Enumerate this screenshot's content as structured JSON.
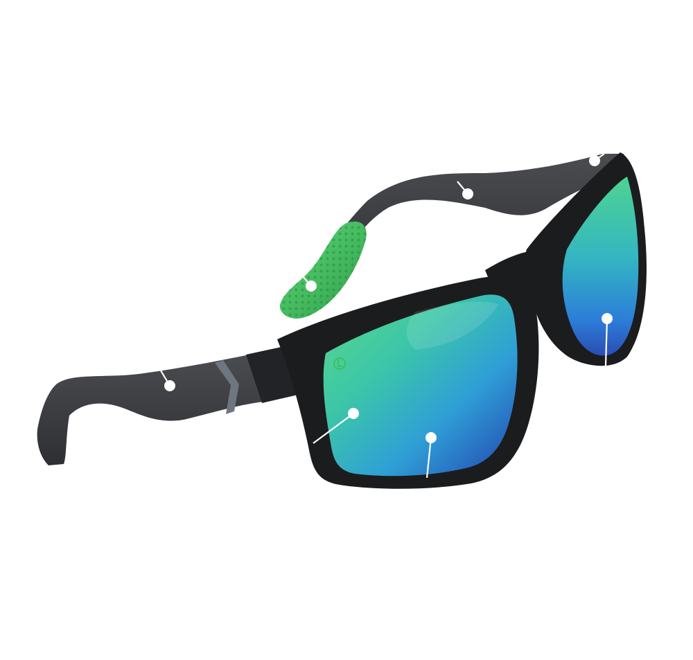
{
  "product": {
    "frame_color": "#1b1c1e",
    "temple_color": "#3d3f43",
    "grip_color": "#3fbf5a",
    "lens_colors": [
      "#4fd38a",
      "#2fb0c8",
      "#2a7ad8",
      "#1f3fa8"
    ],
    "logo_color": "#3fbf5a"
  },
  "hotspots": [
    {
      "name": "hinge-top-hotspot",
      "icon": "dot"
    },
    {
      "name": "far-temple-hotspot",
      "icon": "dot"
    },
    {
      "name": "ear-grip-hotspot",
      "icon": "dot"
    },
    {
      "name": "right-lens-hotspot",
      "icon": "dot"
    },
    {
      "name": "near-temple-hotspot",
      "icon": "dot"
    },
    {
      "name": "lens-side-hotspot",
      "icon": "dot"
    },
    {
      "name": "lens-bottom-hotspot",
      "icon": "dot"
    }
  ]
}
